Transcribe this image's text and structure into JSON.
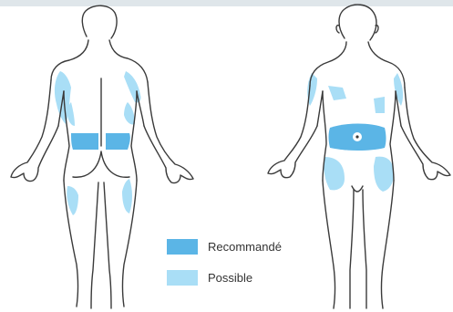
{
  "colors": {
    "recommended": "#5BB5E6",
    "possible": "#A9DEF6",
    "outline": "#3a3a3a",
    "background": "#ffffff",
    "top_bar": "#dfe6ea"
  },
  "figures": [
    {
      "view": "back"
    },
    {
      "view": "front"
    }
  ],
  "legend": {
    "items": [
      {
        "label": "Recommandé",
        "level": "recommended"
      },
      {
        "label": "Possible",
        "level": "possible"
      }
    ]
  }
}
